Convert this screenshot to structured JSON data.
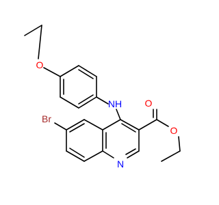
{
  "molecule": {
    "atom_labels": {
      "oxygen_ether": "O",
      "nitrogen_amine": "NH",
      "bromine": "Br",
      "oxygen_carbonyl": "O",
      "oxygen_ester": "O",
      "nitrogen_ring": "N"
    },
    "colors": {
      "bond": "#000000",
      "oxygen": "#ff0000",
      "nitrogen": "#0000ff",
      "bromine": "#a52a2a"
    }
  }
}
